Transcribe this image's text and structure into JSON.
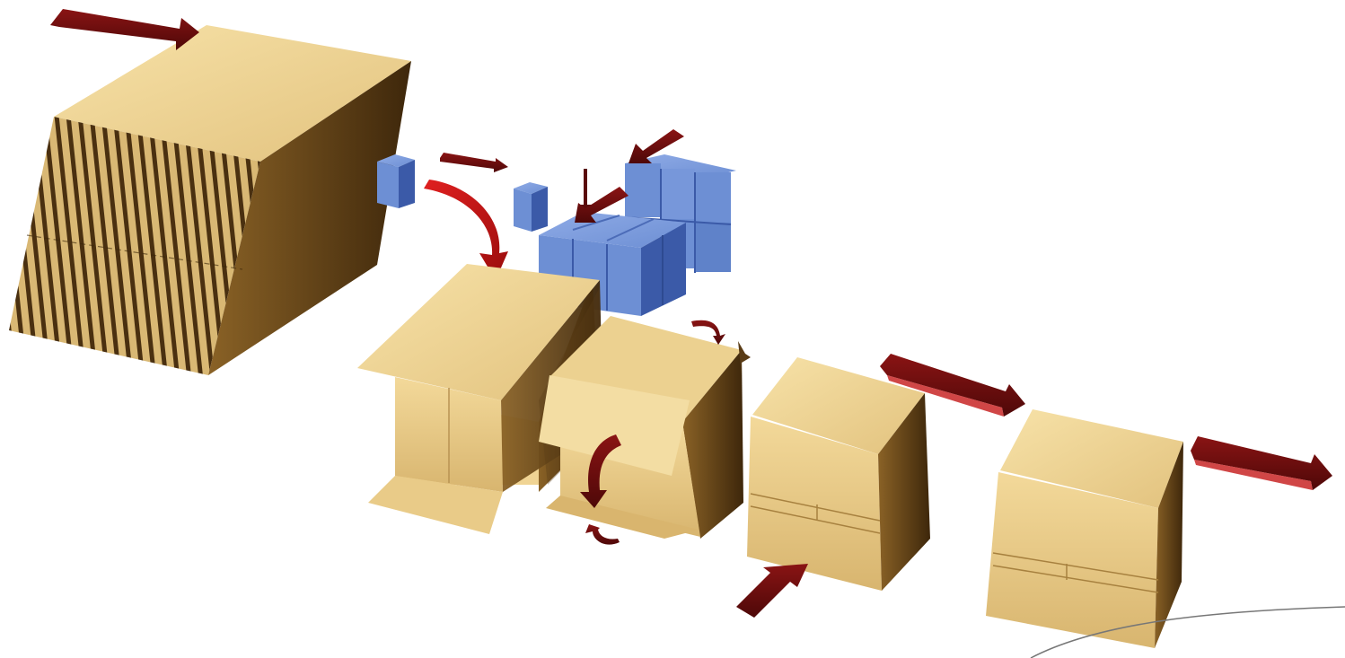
{
  "diagram": {
    "stages": [
      {
        "name": "flat-blank-stack"
      },
      {
        "name": "erected-open-box"
      },
      {
        "name": "product-loading"
      },
      {
        "name": "flap-folding"
      },
      {
        "name": "sealed-box"
      },
      {
        "name": "finished-case"
      }
    ],
    "colors": {
      "cardboard_light": "#f4db9c",
      "cardboard_mid": "#dcb873",
      "cardboard_dark": "#5a3c16",
      "product_blue": "#6d8fd4",
      "product_blue_dark": "#3b5aa8",
      "arrow_dark_red": "#6b0d0d",
      "arrow_bright_red": "#c41818"
    }
  }
}
